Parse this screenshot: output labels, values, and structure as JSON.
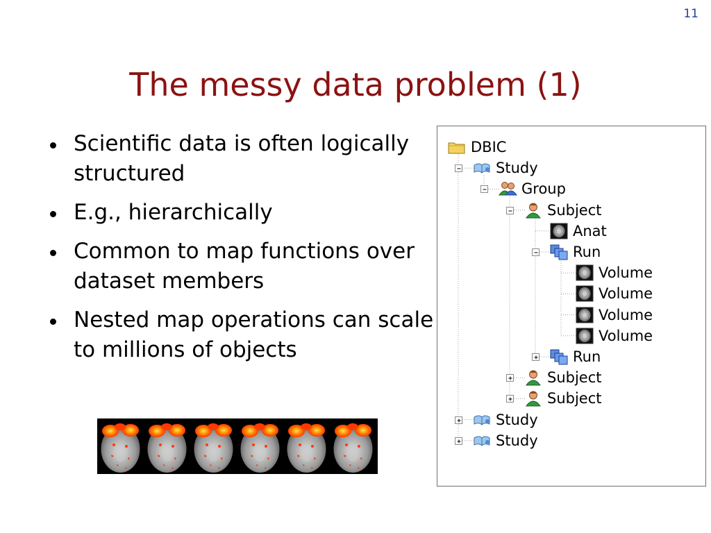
{
  "slide_number": "11",
  "title": "The messy data problem (1)",
  "bullets": [
    "Scientific data is often logically structured",
    "E.g., hierarchically",
    "Common to map functions over dataset members",
    "Nested map operations can scale to millions of objects"
  ],
  "tree": {
    "root": {
      "label": "DBIC",
      "icon": "folder-icon"
    },
    "items": [
      {
        "label": "Study",
        "icon": "study-icon",
        "toggle": "minus"
      },
      {
        "label": "Group",
        "icon": "group-icon",
        "toggle": "minus"
      },
      {
        "label": "Subject",
        "icon": "subject-icon",
        "toggle": "minus"
      },
      {
        "label": "Anat",
        "icon": "scan-icon",
        "toggle": "none"
      },
      {
        "label": "Run",
        "icon": "run-icon",
        "toggle": "minus"
      },
      {
        "label": "Volume",
        "icon": "scan-icon",
        "toggle": "none"
      },
      {
        "label": "Volume",
        "icon": "scan-icon",
        "toggle": "none"
      },
      {
        "label": "Volume",
        "icon": "scan-icon",
        "toggle": "none"
      },
      {
        "label": "Volume",
        "icon": "scan-icon",
        "toggle": "none"
      },
      {
        "label": "Run",
        "icon": "run-icon",
        "toggle": "plus"
      },
      {
        "label": "Subject",
        "icon": "subject-icon",
        "toggle": "plus"
      },
      {
        "label": "Subject",
        "icon": "subject-icon",
        "toggle": "plus"
      },
      {
        "label": "Study",
        "icon": "study-icon",
        "toggle": "plus"
      },
      {
        "label": "Study",
        "icon": "study-icon",
        "toggle": "plus"
      }
    ]
  },
  "colors": {
    "title": "#8b1212",
    "slide_number": "#1f3f9a",
    "activation": "#ff3a00"
  }
}
